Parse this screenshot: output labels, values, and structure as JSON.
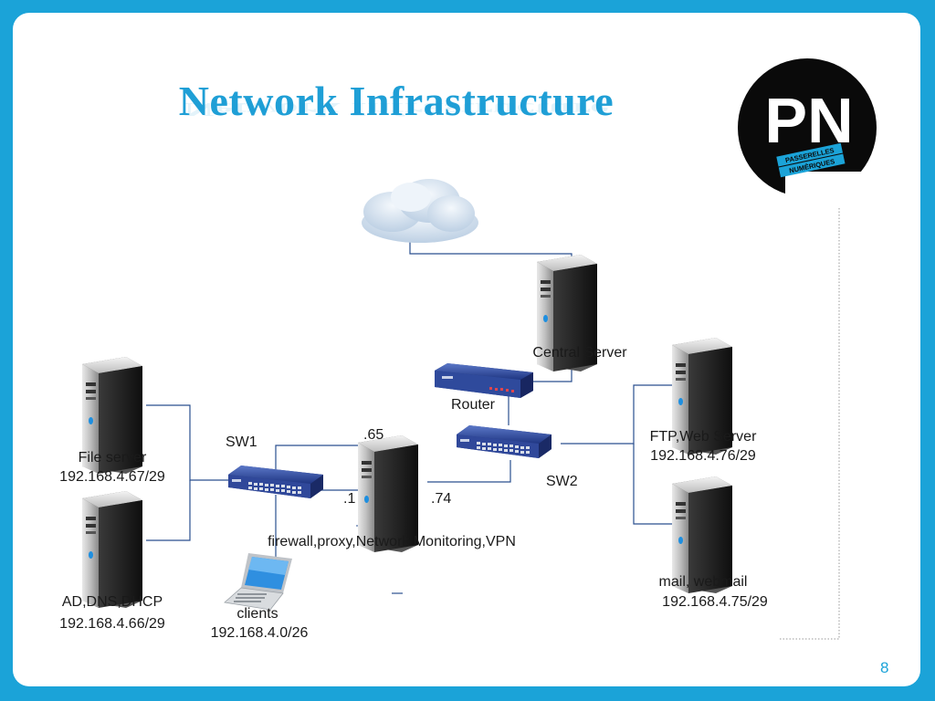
{
  "slide": {
    "title": "Network Infrastructure",
    "page_number": "8",
    "logo": {
      "letters": "PN",
      "banner_line1": "PASSERELLES",
      "banner_line2": "NUMÉRIQUES"
    }
  },
  "nodes": {
    "central_server": {
      "label": "Central Server"
    },
    "router": {
      "label": "Router"
    },
    "sw1": {
      "label": "SW1"
    },
    "sw2": {
      "label": "SW2"
    },
    "firewall": {
      "label": "firewall,proxy,Network Monitoring,VPN",
      "ip_65": ".65",
      "ip_1": ".1",
      "ip_74": ".74"
    },
    "file_server": {
      "label": "File server",
      "ip": "192.168.4.67/29"
    },
    "ad_server": {
      "label": "AD,DNS,DHCP",
      "ip": "192.168.4.66/29"
    },
    "clients": {
      "label": "clients",
      "ip": "192.168.4.0/26"
    },
    "ftp_server": {
      "label": "FTP,Web Server",
      "ip": "192.168.4.76/29"
    },
    "mail_server": {
      "label": "mail, webmail",
      "ip": "192.168.4.75/29"
    }
  },
  "colors": {
    "background": "#1ba3d8",
    "title": "#1f9fd6",
    "link": "#2a4f8f",
    "switch": "#2f4a9c"
  }
}
